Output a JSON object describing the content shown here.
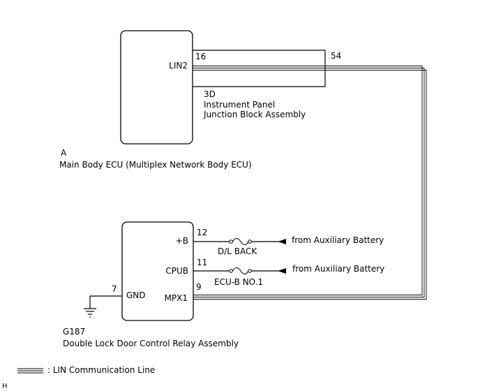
{
  "components": {
    "ecu": {
      "ref": "A",
      "name": "Main Body ECU (Multiplex Network Body ECU)",
      "pin_label": "LIN2",
      "pin_number": "16"
    },
    "junction": {
      "ref": "3D",
      "name_line1": "Instrument Panel",
      "name_line2": "Junction Block Assembly",
      "pin_number": "54"
    },
    "relay": {
      "ref": "G187",
      "name": "Double Lock Door Control Relay Assembly",
      "pins": {
        "b": {
          "label": "+B",
          "number": "12"
        },
        "cpub": {
          "label": "CPUB",
          "number": "11"
        },
        "mpx1": {
          "label": "MPX1",
          "number": "9"
        },
        "gnd": {
          "label": "GND",
          "number": "7"
        }
      }
    }
  },
  "fuses": {
    "dl_back": "D/L BACK",
    "ecub": "ECU-B NO.1"
  },
  "sources": {
    "source_1": "from Auxiliary Battery",
    "source_2": "from Auxiliary Battery"
  },
  "legend": {
    "text": ": LIN Communication Line"
  },
  "corner_mark": "H"
}
